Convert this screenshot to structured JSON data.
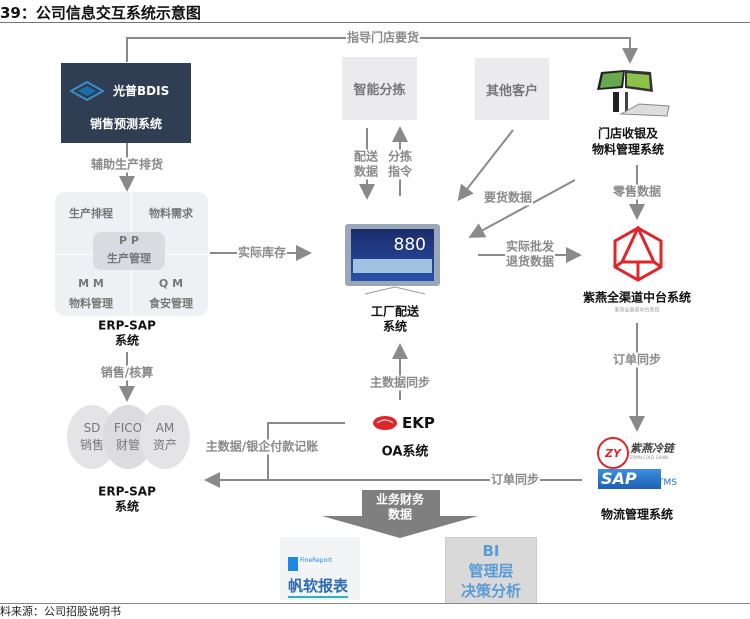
{
  "title": "39：公司信息交互系统示意图",
  "footer": "料来源：公司招股说明书",
  "colors": {
    "dark_box": "#2f3e52",
    "arrow": "#8a8a8a",
    "red_logo": "#e0262b",
    "sap_blue": "#1f6fc4",
    "bi_text": "#5b9bd5"
  },
  "nodes": {
    "bdis": {
      "brand": "光普BDIS",
      "name": "销售预测系统"
    },
    "erp_pp": {
      "quadrants": [
        "生产排程",
        "物料需求",
        "M M",
        "物料管理",
        "Q M",
        "食安管理"
      ],
      "center_code": "P P",
      "center_name": "生产管理",
      "name_line1": "ERP-SAP",
      "name_line2": "系统"
    },
    "erp_fin": {
      "modules": [
        {
          "code": "SD",
          "name": "销售"
        },
        {
          "code": "FICO",
          "name": "财管"
        },
        {
          "code": "AM",
          "name": "资产"
        }
      ],
      "name_line1": "ERP-SAP",
      "name_line2": "系统"
    },
    "smart_sorting": "智能分拣",
    "other_customers": "其他客户",
    "pos": {
      "line1": "门店收银及",
      "line2": "物料管理系统"
    },
    "factory": {
      "screen_value": "880",
      "line1": "工厂配送",
      "line2": "系统"
    },
    "middle_platform": {
      "name": "紫燕全渠道中台系统",
      "subtitle": "紫燕全渠道中台系统"
    },
    "oa": {
      "logo_text": "EKP",
      "name": "OA系统"
    },
    "logistics": {
      "brand_cn": "紫燕冷链",
      "brand_en": "ZIYAN COLD CHAIN",
      "zy": "ZY",
      "sap": "SAP",
      "tms": "TMS",
      "name": "物流管理系统"
    },
    "biz_fin_data": {
      "line1": "业务财务",
      "line2": "数据"
    },
    "finereport": {
      "brand": "FineReport",
      "name": "帆软报表"
    },
    "bi": {
      "line1": "BI",
      "line2": "管理层",
      "line3": "决策分析"
    }
  },
  "edges": {
    "guide_store_orders": "指导门店要货",
    "assist_production": "辅助生产排货",
    "sales_accounting": "销售/核算",
    "actual_inventory": "实际库存",
    "delivery_data": {
      "line1": "配送",
      "line2": "数据"
    },
    "sorting_cmd": {
      "line1": "分拣",
      "line2": "指令"
    },
    "order_data": "要货数据",
    "retail_data": "零售数据",
    "wholesale_return": {
      "line1": "实际批发",
      "line2": "退货数据"
    },
    "order_sync_vertical": "订单同步",
    "master_data_sync": "主数据同步",
    "master_bank": "主数据/银企付款记账",
    "order_sync_bottom": "订单同步"
  }
}
